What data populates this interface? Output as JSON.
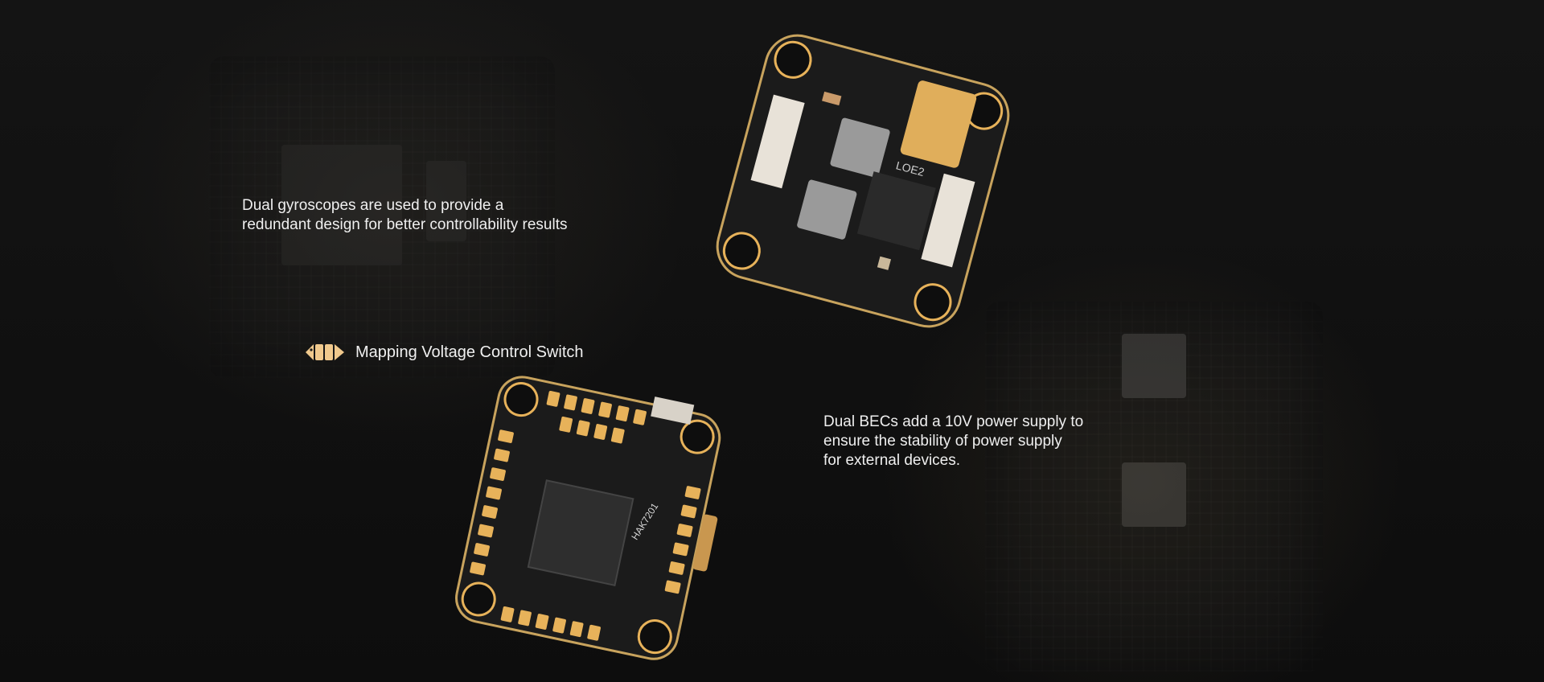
{
  "captions": {
    "gyro": "Dual gyroscopes are used to provide a\nredundant design for better controllability results",
    "switch_label": "Mapping Voltage Control Switch",
    "bec": "Dual BECs add a 10V power supply to\nensure the stability of power supply\nfor external devices."
  },
  "icons": {
    "switch": "voltage-switch-icon"
  },
  "colors": {
    "background": "#0e0e0e",
    "accent_gold": "#e7b25a",
    "pcb_black": "#1b1b1b"
  },
  "board_labels": {
    "model_top": "LOE2",
    "model_bottom": "HAK7201"
  }
}
